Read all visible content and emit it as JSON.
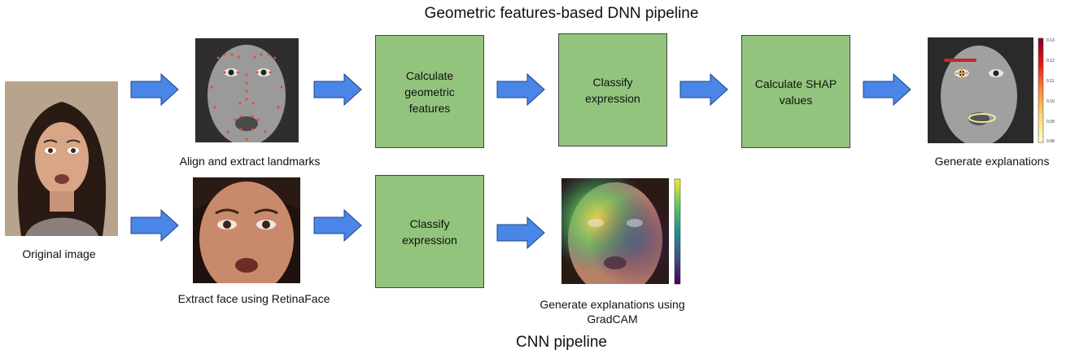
{
  "diagram": {
    "title_top": "Geometric features-based DNN pipeline",
    "title_bottom": "CNN pipeline",
    "original": {
      "caption": "Original image"
    },
    "top_row": {
      "landmarks_caption": "Align and extract landmarks",
      "step1": "Calculate\ngeometric\nfeatures",
      "step2": "Classify\nexpression",
      "step3": "Calculate SHAP\nvalues",
      "explanations_caption": "Generate explanations",
      "colorbar_ticks": [
        "0.13",
        "0.12",
        "0.11",
        "0.10",
        "0.09",
        "0.08"
      ]
    },
    "bottom_row": {
      "face_caption": "Extract face using RetinaFace",
      "step1": "Classify\nexpression",
      "gradcam_caption": "Generate explanations using\nGradCAM"
    },
    "colors": {
      "box_fill": "#93c47d",
      "arrow_fill": "#4a86e8",
      "arrow_stroke": "#1c4587"
    }
  }
}
